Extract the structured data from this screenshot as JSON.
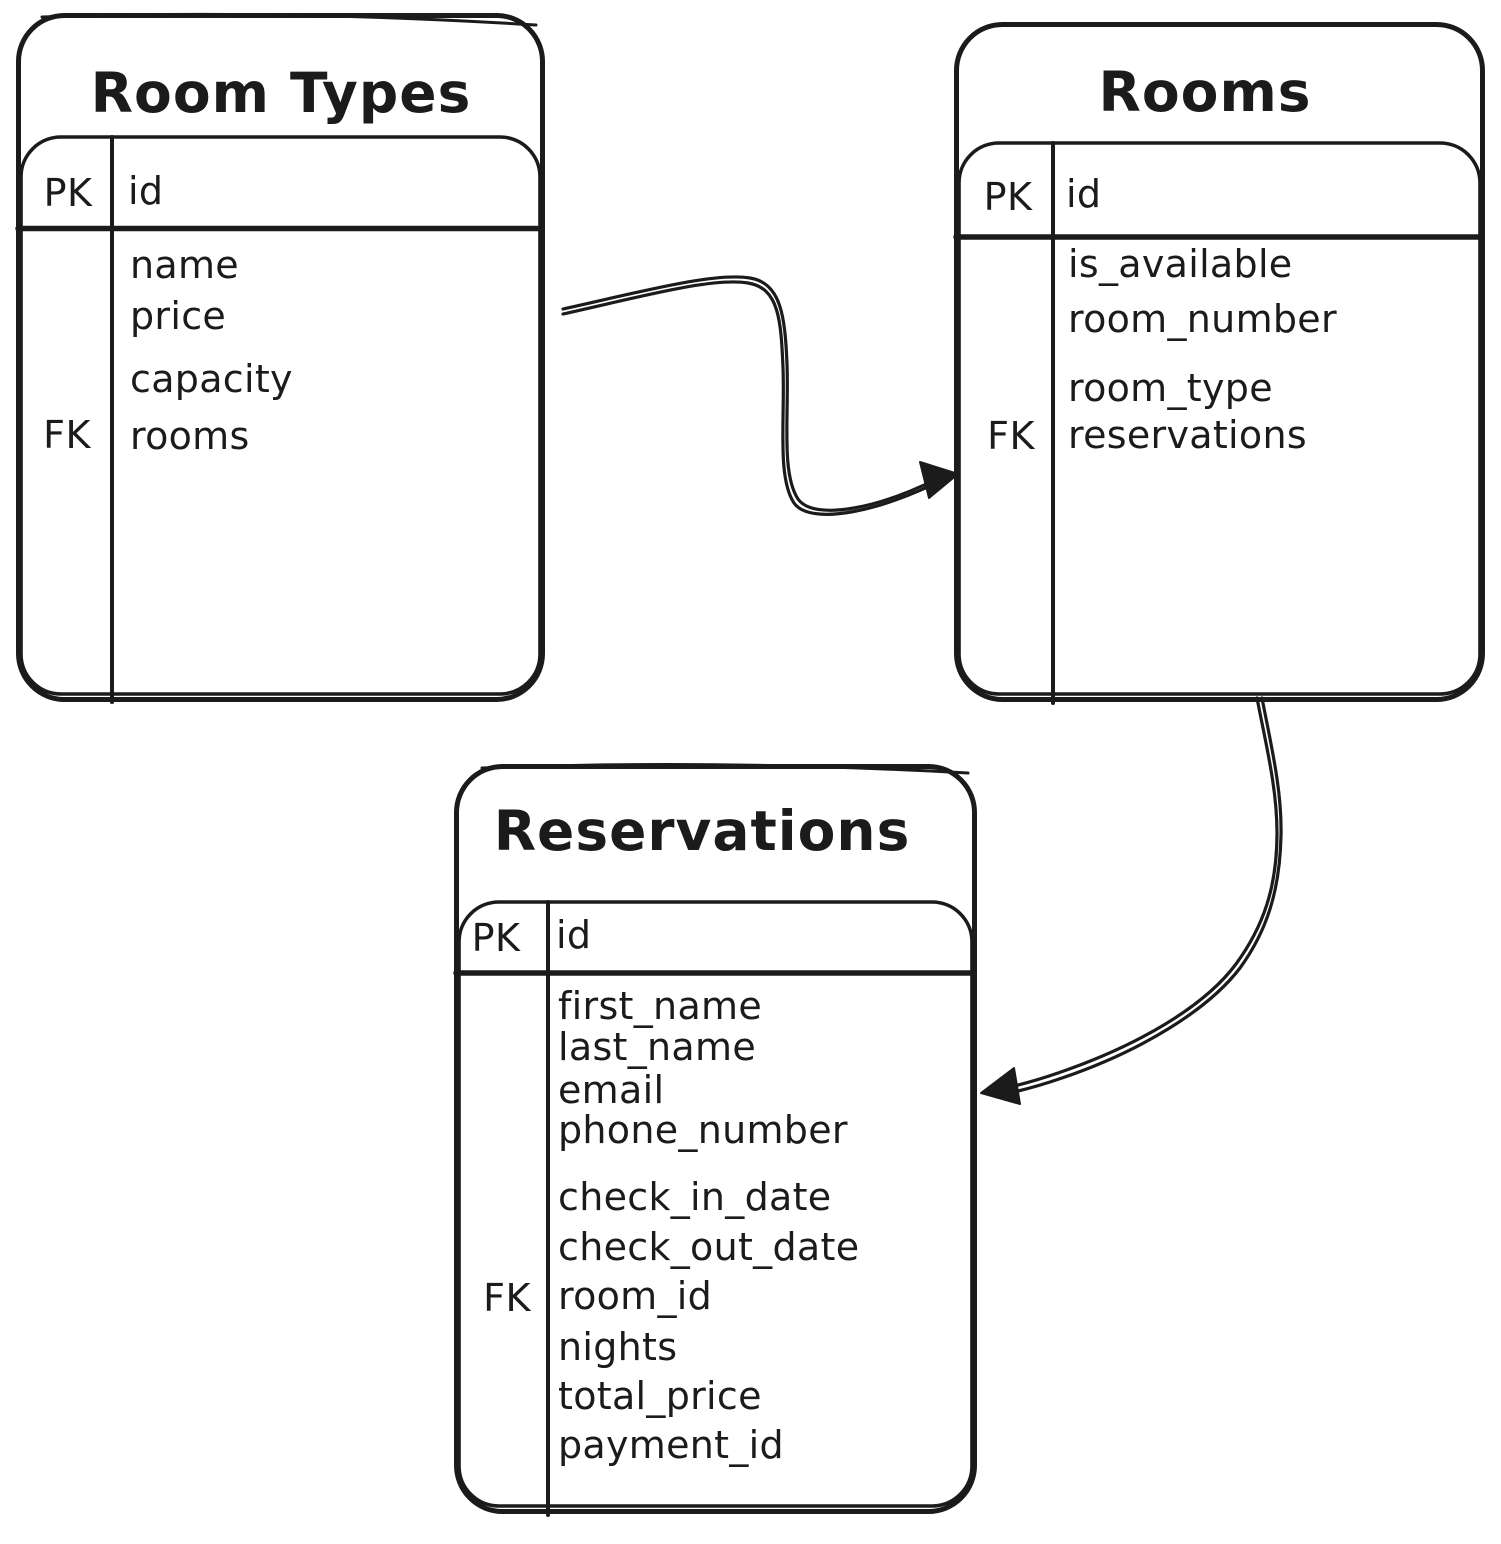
{
  "colors": {
    "ink": "#1b1b1b",
    "background": "#ffffff"
  },
  "diagram": {
    "tables": [
      {
        "title": "Room Types",
        "pk_label": "PK",
        "pk_field": "id",
        "fk_label": "FK",
        "fk_field": "rooms",
        "fields": [
          "name",
          "price",
          "capacity",
          "rooms"
        ]
      },
      {
        "title": "Rooms",
        "pk_label": "PK",
        "pk_field": "id",
        "fk_label": "FK",
        "fk_field": "reservations",
        "fields": [
          "is_available",
          "room_number",
          "room_type",
          "reservations"
        ]
      },
      {
        "title": "Reservations",
        "pk_label": "PK",
        "pk_field": "id",
        "fk_label": "FK",
        "fk_field": "room_id",
        "fields": [
          "first_name",
          "last_name",
          "email",
          "phone_number",
          "check_in_date",
          "check_out_date",
          "room_id",
          "nights",
          "total_price",
          "payment_id"
        ]
      }
    ],
    "connections": [
      {
        "from": "Room Types",
        "to": "Rooms"
      },
      {
        "from": "Rooms",
        "to": "Reservations"
      }
    ]
  }
}
